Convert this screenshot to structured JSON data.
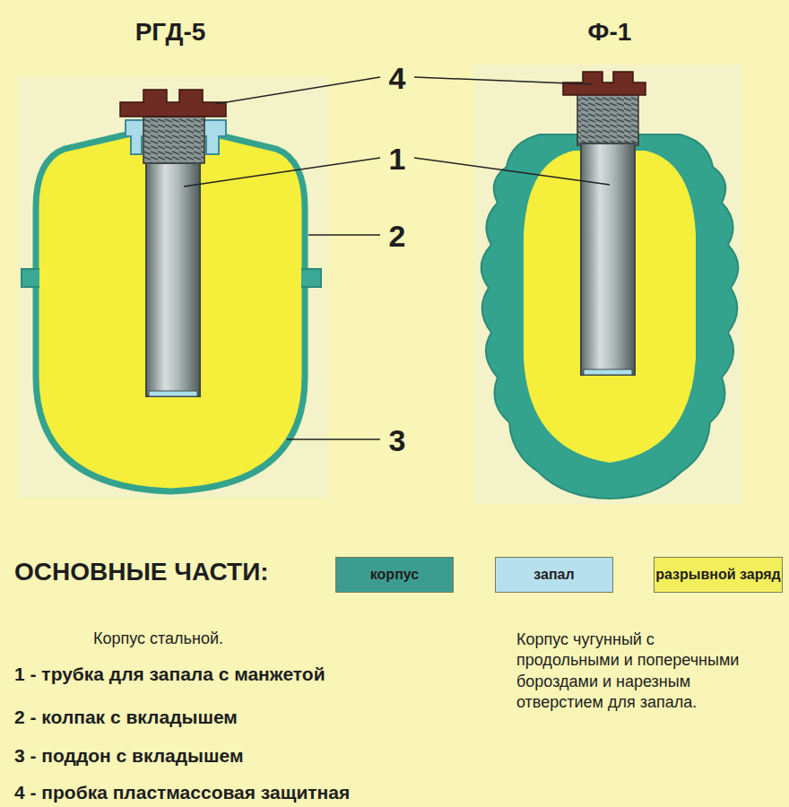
{
  "diagram": {
    "labels": [
      "РГД-5",
      "Ф-1",
      "4",
      "1",
      "2",
      "3",
      "ОСНОВНЫЕ ЧАСТИ:",
      "Корпус стальной.",
      "1 - трубка для запала с манжетой",
      "2 - колпак с вкладышем",
      "3 - поддон с вкладышем",
      "4 - пробка пластмассовая защитная",
      "Корпус чугунный с продольными и поперечными бороздами и нарезным отверстием для запала."
    ],
    "legend": [
      {
        "text": "корпус",
        "color": "#3d9c90"
      },
      {
        "text": "запал",
        "color": "#b6e0ee"
      },
      {
        "text": "разрывной заряд",
        "color": "#f3ef5c"
      }
    ]
  }
}
